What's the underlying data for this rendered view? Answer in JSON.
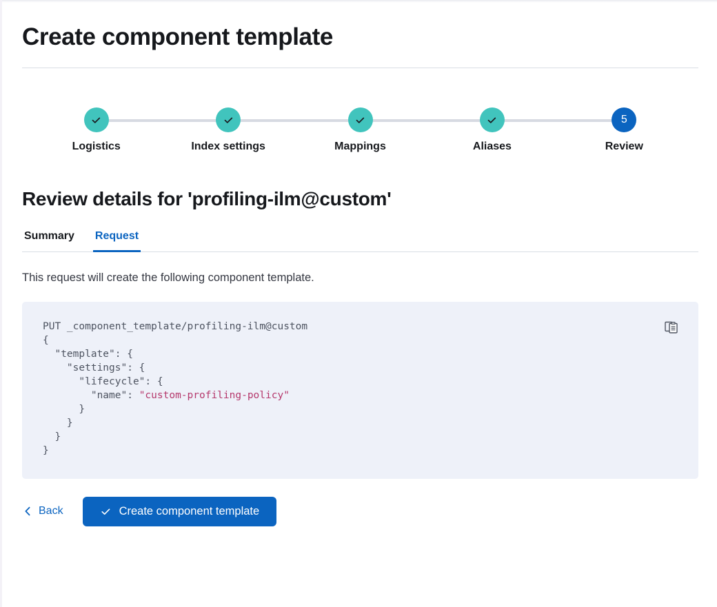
{
  "page": {
    "title": "Create component template"
  },
  "stepper": {
    "steps": [
      {
        "label": "Logistics",
        "state": "complete",
        "number": "1",
        "icon": "check-icon"
      },
      {
        "label": "Index settings",
        "state": "complete",
        "number": "2",
        "icon": "check-icon"
      },
      {
        "label": "Mappings",
        "state": "complete",
        "number": "3",
        "icon": "check-icon"
      },
      {
        "label": "Aliases",
        "state": "complete",
        "number": "4",
        "icon": "check-icon"
      },
      {
        "label": "Review",
        "state": "current",
        "number": "5",
        "icon": ""
      }
    ],
    "complete_color": "#41c4bd",
    "current_color": "#0b64c0",
    "connector_color": "#d7dae2"
  },
  "review": {
    "heading": "Review details for 'profiling-ilm@custom'",
    "tabs": [
      {
        "label": "Summary",
        "active": false
      },
      {
        "label": "Request",
        "active": true
      }
    ],
    "description": "This request will create the following component template.",
    "code": {
      "method_line": "PUT _component_template/profiling-ilm@custom",
      "lines": [
        "{",
        "  \"template\": {",
        "    \"settings\": {",
        "      \"lifecycle\": {",
        "        \"name\": ",
        "      }",
        "    }",
        "  }",
        "}"
      ],
      "string_value": "\"custom-profiling-policy\"",
      "copy_icon": "copy-clipboard-icon",
      "background": "#eef1f9",
      "text_color": "#4e5461",
      "string_color": "#b5386c"
    }
  },
  "actions": {
    "back_label": "Back",
    "back_icon": "chevron-left-icon",
    "submit_label": "Create component template",
    "submit_icon": "check-icon",
    "primary_color": "#0b64c0"
  }
}
